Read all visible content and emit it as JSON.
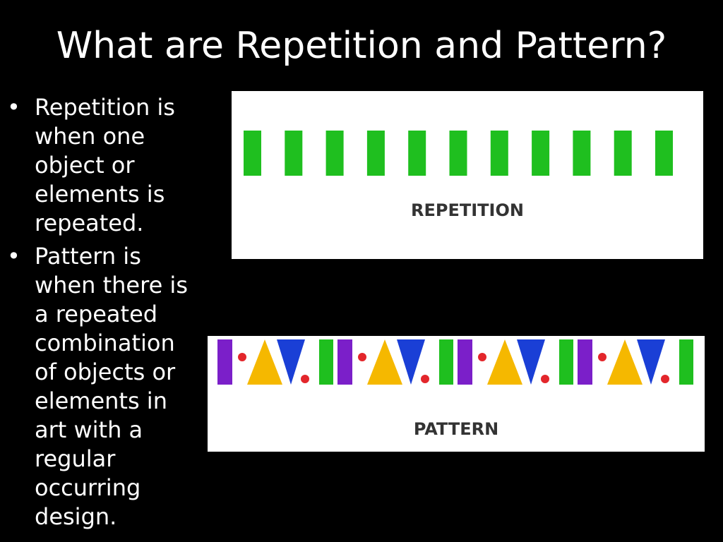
{
  "slide": {
    "title": "What are Repetition and Pattern?",
    "bullets": [
      "Repetition is when one object or elements is repeated.",
      "Pattern is when there is a repeated combination of objects or elements in art with a regular occurring design."
    ],
    "bullet_symbol": "•"
  },
  "repetition_image": {
    "caption": "REPETITION",
    "element_count": 11,
    "element_shape": "vertical-bar",
    "color": "#1fbf1f"
  },
  "pattern_image": {
    "caption": "PATTERN",
    "repeat_count": 4,
    "unit": [
      "purple-bar",
      "red-dot",
      "yellow-triangle",
      "blue-inverted-triangle",
      "red-dot",
      "green-bar"
    ],
    "colors": {
      "purple": "#7b1fc9",
      "red": "#e3262b",
      "yellow": "#f5b800",
      "blue": "#1a3fd6",
      "green": "#1fbf1f"
    }
  }
}
